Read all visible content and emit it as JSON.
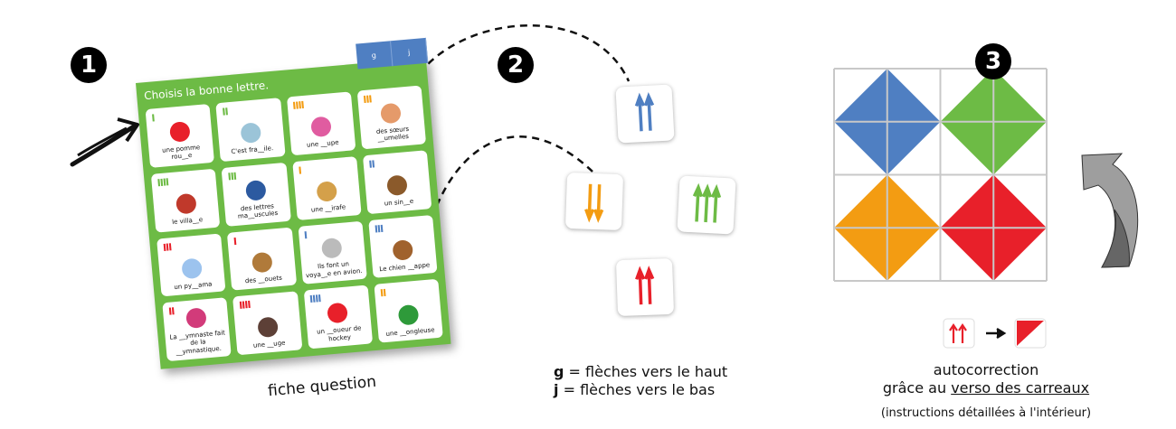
{
  "steps": [
    "1",
    "2",
    "3"
  ],
  "sheet": {
    "title": "Choisis la bonne lettre.",
    "tab_g": "g",
    "tab_j": "j",
    "caption": "fiche question",
    "cards": [
      {
        "text": "une pomme rou__e",
        "tally": "I",
        "tally_color": "#6dbb45",
        "pic_color": "#e8202a"
      },
      {
        "text": "C'est fra__ile.",
        "tally": "II",
        "tally_color": "#6dbb45",
        "pic_color": "#9bc4d8"
      },
      {
        "text": "une __upe",
        "tally": "IIII",
        "tally_color": "#f39c12",
        "pic_color": "#e05ca0"
      },
      {
        "text": "des sœurs __umelles",
        "tally": "III",
        "tally_color": "#f39c12",
        "pic_color": "#e59a6a"
      },
      {
        "text": "le villa__e",
        "tally": "IIII",
        "tally_color": "#6dbb45",
        "pic_color": "#c0392b"
      },
      {
        "text": "des lettres ma__uscules",
        "tally": "III",
        "tally_color": "#6dbb45",
        "pic_color": "#2c5aa0"
      },
      {
        "text": "une __irafe",
        "tally": "I",
        "tally_color": "#f39c12",
        "pic_color": "#d4a04a"
      },
      {
        "text": "un sin__e",
        "tally": "II",
        "tally_color": "#4f7fc2",
        "pic_color": "#8b5a2b"
      },
      {
        "text": "un py__ama",
        "tally": "III",
        "tally_color": "#e8202a",
        "pic_color": "#9cc3ee"
      },
      {
        "text": "des __ouets",
        "tally": "I",
        "tally_color": "#e8202a",
        "pic_color": "#b07a3a"
      },
      {
        "text": "Ils font un voya__e en avion.",
        "tally": "I",
        "tally_color": "#4f7fc2",
        "pic_color": "#bbbbbb"
      },
      {
        "text": "Le chien __appe",
        "tally": "III",
        "tally_color": "#4f7fc2",
        "pic_color": "#a0622d"
      },
      {
        "text": "La __ymnaste fait de la __ymnastique.",
        "tally": "II",
        "tally_color": "#e8202a",
        "pic_color": "#d23b7a"
      },
      {
        "text": "une __uge",
        "tally": "IIII",
        "tally_color": "#e8202a",
        "pic_color": "#5d4037"
      },
      {
        "text": "un __oueur de hockey",
        "tally": "IIII",
        "tally_color": "#4f7fc2",
        "pic_color": "#e8202a"
      },
      {
        "text": "une __ongleuse",
        "tally": "II",
        "tally_color": "#f39c12",
        "pic_color": "#2e9a3a"
      }
    ]
  },
  "tiles": [
    {
      "name": "blue",
      "arrows": 2,
      "direction": "up",
      "color": "#4f7fc2"
    },
    {
      "name": "orange",
      "arrows": 2,
      "direction": "down",
      "color": "#f39c12"
    },
    {
      "name": "green",
      "arrows": 3,
      "direction": "up",
      "color": "#6dbb45"
    },
    {
      "name": "red",
      "arrows": 2,
      "direction": "up",
      "color": "#e8202a"
    }
  ],
  "legend": {
    "g_key": "g",
    "g_text": " = flèches vers le haut",
    "j_key": "j",
    "j_text": " = flèches vers le bas"
  },
  "board": {
    "colors": [
      "#4f7fc2",
      "#6dbb45",
      "#f39c12",
      "#e8202a"
    ]
  },
  "autocorrection": {
    "line1": "autocorrection",
    "line2_prefix": "grâce au ",
    "line2_link": "verso des carreaux",
    "note": "(instructions détaillées à l'intérieur)"
  }
}
